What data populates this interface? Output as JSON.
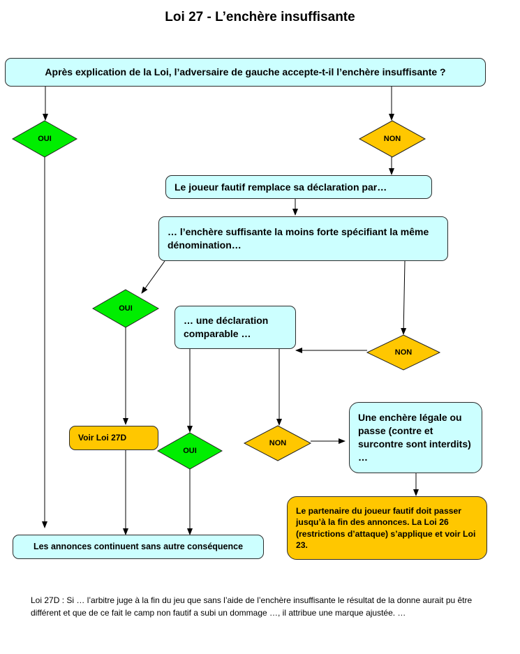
{
  "title": "Loi 27 - L’enchère insuffisante",
  "colors": {
    "box_blue": "#ccffff",
    "box_orange": "#ffc700",
    "diamond_green": "#00ee00",
    "diamond_orange": "#ffc700"
  },
  "nodes": {
    "question": "Après explication de la Loi, l’adversaire de gauche accepte-t-il l’enchère insuffisante ?",
    "replace": "Le joueur fautif remplace sa déclaration par…",
    "lowest_sufficient": "… l’enchère suffisante la moins forte spécifiant la même dénomination…",
    "comparable": "… une déclaration comparable …",
    "legal_or_pass": "Une enchère légale ou passe (contre et surcontre sont interdits) …",
    "see_27d": "Voir Loi 27D",
    "partner_pass": "Le partenaire du joueur fautif doit passer jusqu’à la fin des annonces. La Loi 26 (restrictions d’attaque) s’applique et voir Loi 23.",
    "continue": "Les annonces continuent sans autre conséquence"
  },
  "decisions": {
    "yes1": "OUI",
    "no1": "NON",
    "yes2": "OUI",
    "no2": "NON",
    "yes3": "OUI",
    "no3": "NON"
  },
  "footnote": "Loi 27D : Si … l’arbitre juge à la fin du jeu que sans l’aide de l’enchère insuffisante le résultat de la donne aurait pu être différent et que de ce fait le camp non fautif a subi un dommage …, il attribue une marque ajustée. …"
}
